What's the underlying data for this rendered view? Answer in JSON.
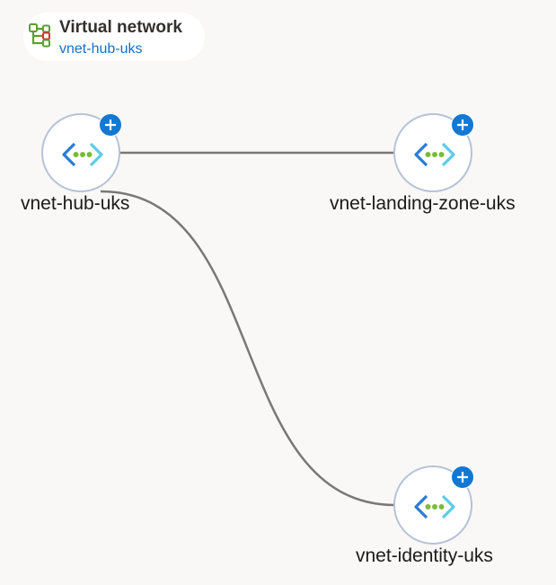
{
  "header": {
    "title": "Virtual network",
    "subtitle_link": "vnet-hub-uks",
    "icon": "virtual-network-tree-icon"
  },
  "nodes": [
    {
      "label": "vnet-hub-uks",
      "icon": "vnet-code-icon",
      "badge_icon": "add-plus-icon"
    },
    {
      "label": "vnet-landing-zone-uks",
      "icon": "vnet-code-icon",
      "badge_icon": "add-plus-icon"
    },
    {
      "label": "vnet-identity-uks",
      "icon": "vnet-code-icon",
      "badge_icon": "add-plus-icon"
    }
  ],
  "colors": {
    "background": "#f9f8f7",
    "link_line": "#7a7877",
    "node_border": "#b4c3d8",
    "badge": "#1378d4",
    "link_text": "#1570c6",
    "bracket_dark": "#2b7bd4",
    "bracket_light": "#5ccce6",
    "dots": "#7cbb3a"
  }
}
